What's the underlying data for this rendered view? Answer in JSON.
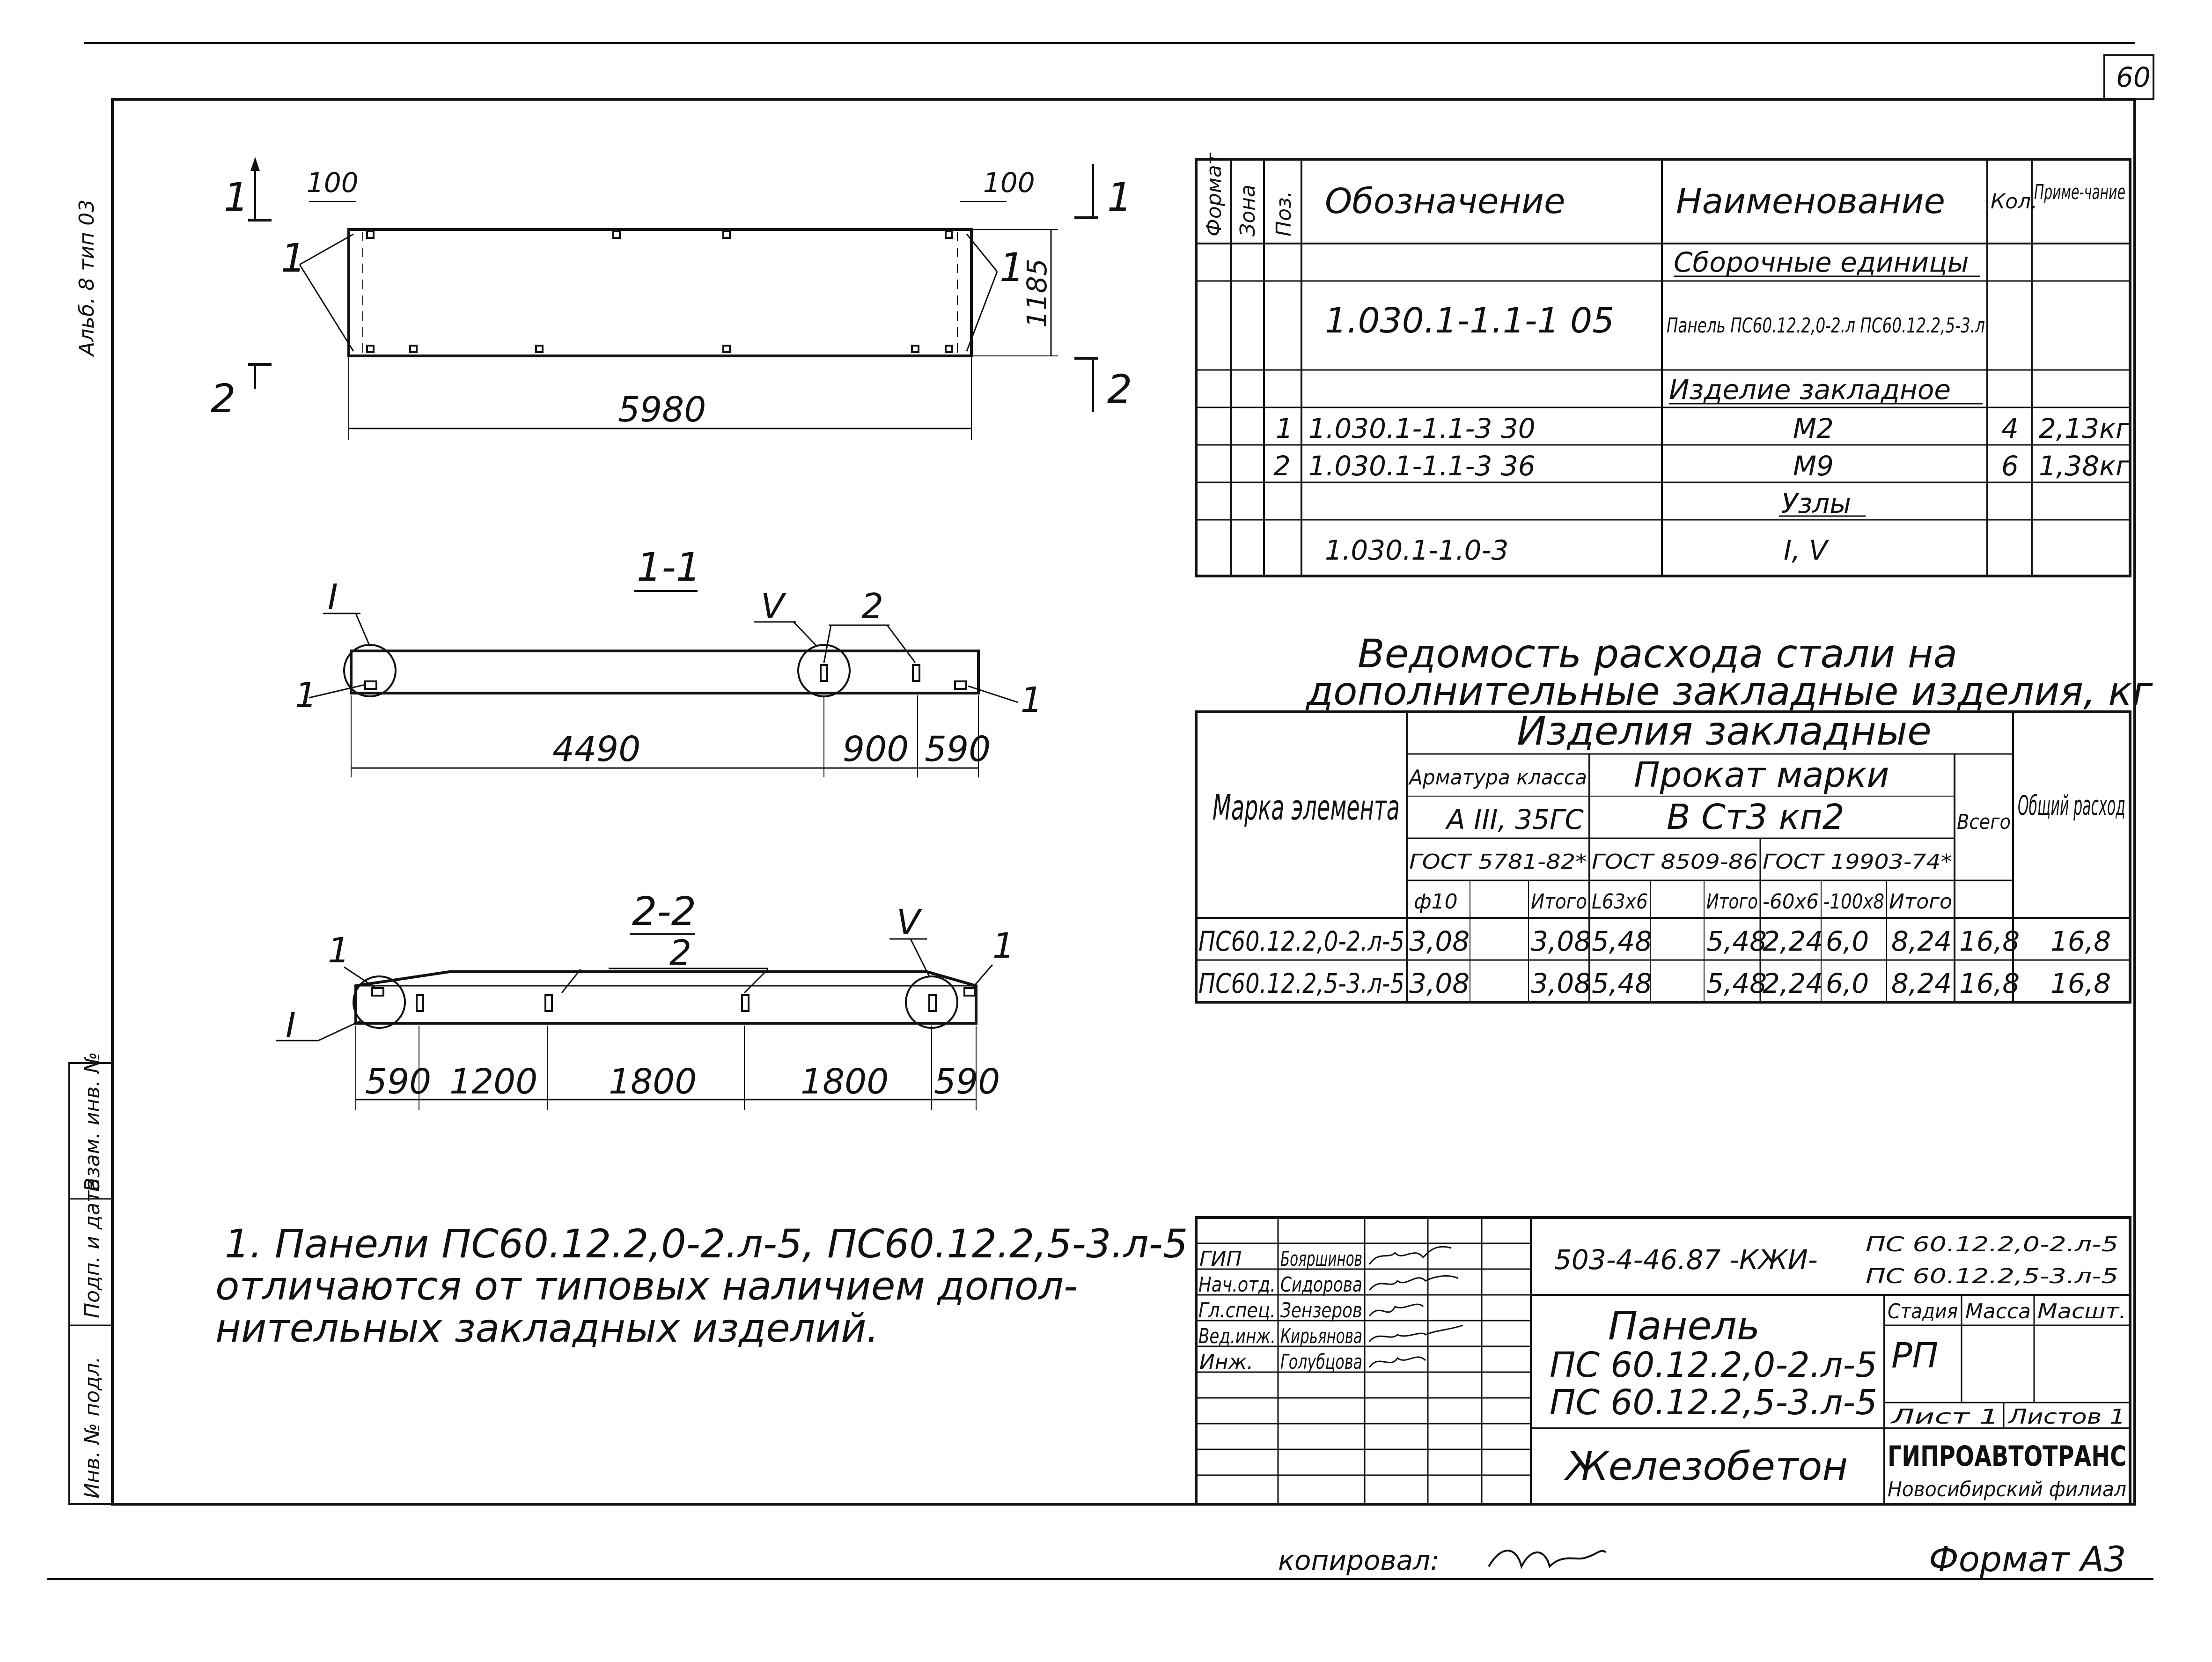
{
  "sheet": {
    "number": "60",
    "format": "Формат А3",
    "copied_label": "копировал:",
    "side_label": "Альб. 8 тип 03"
  },
  "left_strip": [
    "Инв. № подл.",
    "Подп. и дата",
    "Взам. инв. №"
  ],
  "plan_view": {
    "cut_marks": [
      "1",
      "1",
      "2",
      "2"
    ],
    "callouts": [
      "1",
      "1"
    ],
    "dims": {
      "end_left": "100",
      "end_right": "100",
      "length": "5980",
      "height": "1185"
    }
  },
  "section_1_1": {
    "title": "1-1",
    "callouts": [
      "I",
      "V",
      "2",
      "1",
      "1"
    ],
    "dims": [
      "4490",
      "900",
      "590"
    ]
  },
  "section_2_2": {
    "title": "2-2",
    "callouts": [
      "1",
      "V",
      "1",
      "2",
      "I"
    ],
    "dims": [
      "590",
      "1200",
      "1800",
      "1800",
      "590"
    ]
  },
  "spec_table": {
    "headers": [
      "Формат",
      "Зона",
      "Поз.",
      "Обозначение",
      "Наименование",
      "Кол.",
      "Приме-чание"
    ],
    "rows": [
      {
        "pos": "",
        "code": "",
        "name": "Сборочные единицы",
        "qty": "",
        "note": ""
      },
      {
        "pos": "",
        "code": "1.030.1-1.1-1 05",
        "name": "Панель ПС60.12.2,0-2.л ПС60.12.2,5-3.л",
        "qty": "",
        "note": ""
      },
      {
        "pos": "",
        "code": "",
        "name": "Изделие закладное",
        "qty": "",
        "note": ""
      },
      {
        "pos": "1",
        "code": "1.030.1-1.1-3 30",
        "name": "М2",
        "qty": "4",
        "note": "2,13кг"
      },
      {
        "pos": "2",
        "code": "1.030.1-1.1-3 36",
        "name": "М9",
        "qty": "6",
        "note": "1,38кг"
      },
      {
        "pos": "",
        "code": "",
        "name": "Узлы",
        "qty": "",
        "note": ""
      },
      {
        "pos": "",
        "code": "1.030.1-1.0-3",
        "name": "I, V",
        "qty": "",
        "note": ""
      }
    ]
  },
  "steel_table": {
    "title_line1": "Ведомость расхода стали на",
    "title_line2": "дополнительные закладные изделия, кг",
    "h_mark": "Марка элемента",
    "h_items": "Изделия закладные",
    "h_total": "Общий расход",
    "h_rebar": "Арматура класса",
    "h_rebar_class": "А III, 35ГС",
    "h_rolled": "Прокат марки",
    "h_rolled_grade": "В Ст3 кп2",
    "h_all": "Всего",
    "h_std1": "ГОСТ 5781-82*",
    "h_std2": "ГОСТ 8509-86",
    "h_std3": "ГОСТ 19903-74*",
    "subcols": [
      "ф10",
      "",
      "Итого",
      "L63х6",
      "",
      "Итого",
      "-60х6",
      "-100х8",
      "Итого"
    ],
    "rows": [
      [
        "ПС60.12.2,0-2.л-5",
        "3,08",
        "",
        "3,08",
        "5,48",
        "",
        "5,48",
        "2,24",
        "6,0",
        "8,24",
        "16,8",
        "16,8"
      ],
      [
        "ПС60.12.2,5-3.л-5",
        "3,08",
        "",
        "3,08",
        "5,48",
        "",
        "5,48",
        "2,24",
        "6,0",
        "8,24",
        "16,8",
        "16,8"
      ]
    ]
  },
  "note": {
    "lines": [
      "1. Панели ПС60.12.2,0-2.л-5, ПС60.12.2,5-3.л-5",
      "отличаются от типовых наличием допол-",
      "нительных закладных изделий."
    ]
  },
  "title_block": {
    "roles": [
      "ГИП",
      "Нач.отд.",
      "Гл.спец.",
      "Вед.инж.",
      "Инж."
    ],
    "names": [
      "Бояршинов",
      "Сидорова",
      "Зензеров",
      "Кирьянова",
      "Голубцова"
    ],
    "doc_code": "503-4-46.87 -КЖИ-",
    "doc_marks": [
      "ПС 60.12.2,0-2.л-5",
      "ПС 60.12.2,5-3.л-5"
    ],
    "title": "Панель",
    "title_marks": [
      "ПС 60.12.2,0-2.л-5",
      "ПС 60.12.2,5-3.л-5"
    ],
    "material": "Железобетон",
    "stage_h": "Стадия",
    "mass_h": "Масса",
    "scale_h": "Масшт.",
    "stage": "РП",
    "sheet_label": "Лист 1",
    "sheets_label": "Листов 1",
    "org": "ГИПРОАВТОТРАНС",
    "org_branch": "Новосибирский филиал"
  }
}
